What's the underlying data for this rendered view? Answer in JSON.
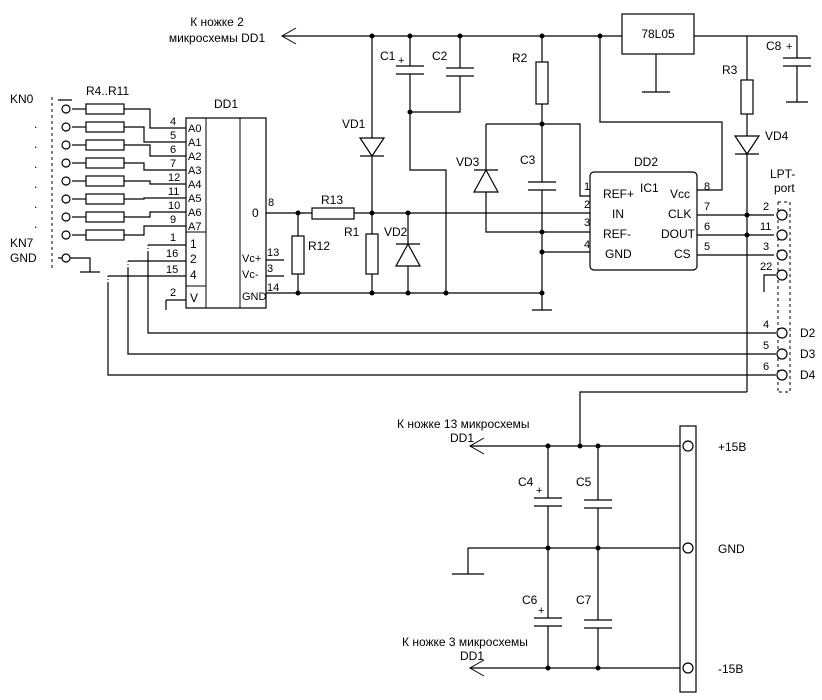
{
  "arrows": {
    "top_line1": "К ножке 2",
    "top_line2": "микросхемы DD1",
    "mid_line1": "К ножке 13 микросхемы",
    "mid_line2": "DD1",
    "bot_line1": "К ножке 3 микросхемы",
    "bot_line2": "DD1"
  },
  "components": {
    "r4_r11": "R4..R11",
    "r1": "R1",
    "r2": "R2",
    "r3": "R3",
    "r12": "R12",
    "r13": "R13",
    "c1": "C1",
    "c2": "C2",
    "c3": "C3",
    "c4": "C4",
    "c5": "C5",
    "c6": "C6",
    "c7": "C7",
    "c8": "C8",
    "vd1": "VD1",
    "vd2": "VD2",
    "vd3": "VD3",
    "vd4": "VD4",
    "regulator": "78L05",
    "plus": "+"
  },
  "switches": {
    "kn0": "KN0",
    "kn7": "KN7",
    "gnd": "GND",
    "dot": "."
  },
  "dd1": {
    "title": "DD1",
    "addr_labels": [
      "A0",
      "A1",
      "A2",
      "A3",
      "A4",
      "A5",
      "A6",
      "A7"
    ],
    "addr_pins": [
      "4",
      "5",
      "6",
      "7",
      "12",
      "11",
      "10",
      "9"
    ],
    "left_lower_pins": [
      "1",
      "16",
      "15",
      "2"
    ],
    "inner_labels": [
      "1",
      "2",
      "4",
      "V"
    ],
    "out_label": "0",
    "out_pin": "8",
    "right_labels": [
      "Vc+",
      "Vc-",
      "GND"
    ],
    "right_pins": [
      "13",
      "3",
      "14"
    ]
  },
  "dd2": {
    "title": "DD2",
    "ic": "IC1",
    "left": [
      "REF+",
      "IN",
      "REF-",
      "GND"
    ],
    "left_pins": [
      "1",
      "2",
      "3",
      "4"
    ],
    "right": [
      "Vcc",
      "CLK",
      "DOUT",
      "CS"
    ],
    "right_pins": [
      "8",
      "7",
      "6",
      "5"
    ]
  },
  "lpt": {
    "title1": "LPT-",
    "title2": "port",
    "right_pins": [
      "2",
      "11",
      "3",
      "22"
    ],
    "d_pins": [
      "4",
      "5",
      "6"
    ],
    "d_labels": [
      "D2",
      "D3",
      "D4"
    ]
  },
  "power": {
    "plus": "+15В",
    "gnd": "GND",
    "minus": "-15В"
  }
}
